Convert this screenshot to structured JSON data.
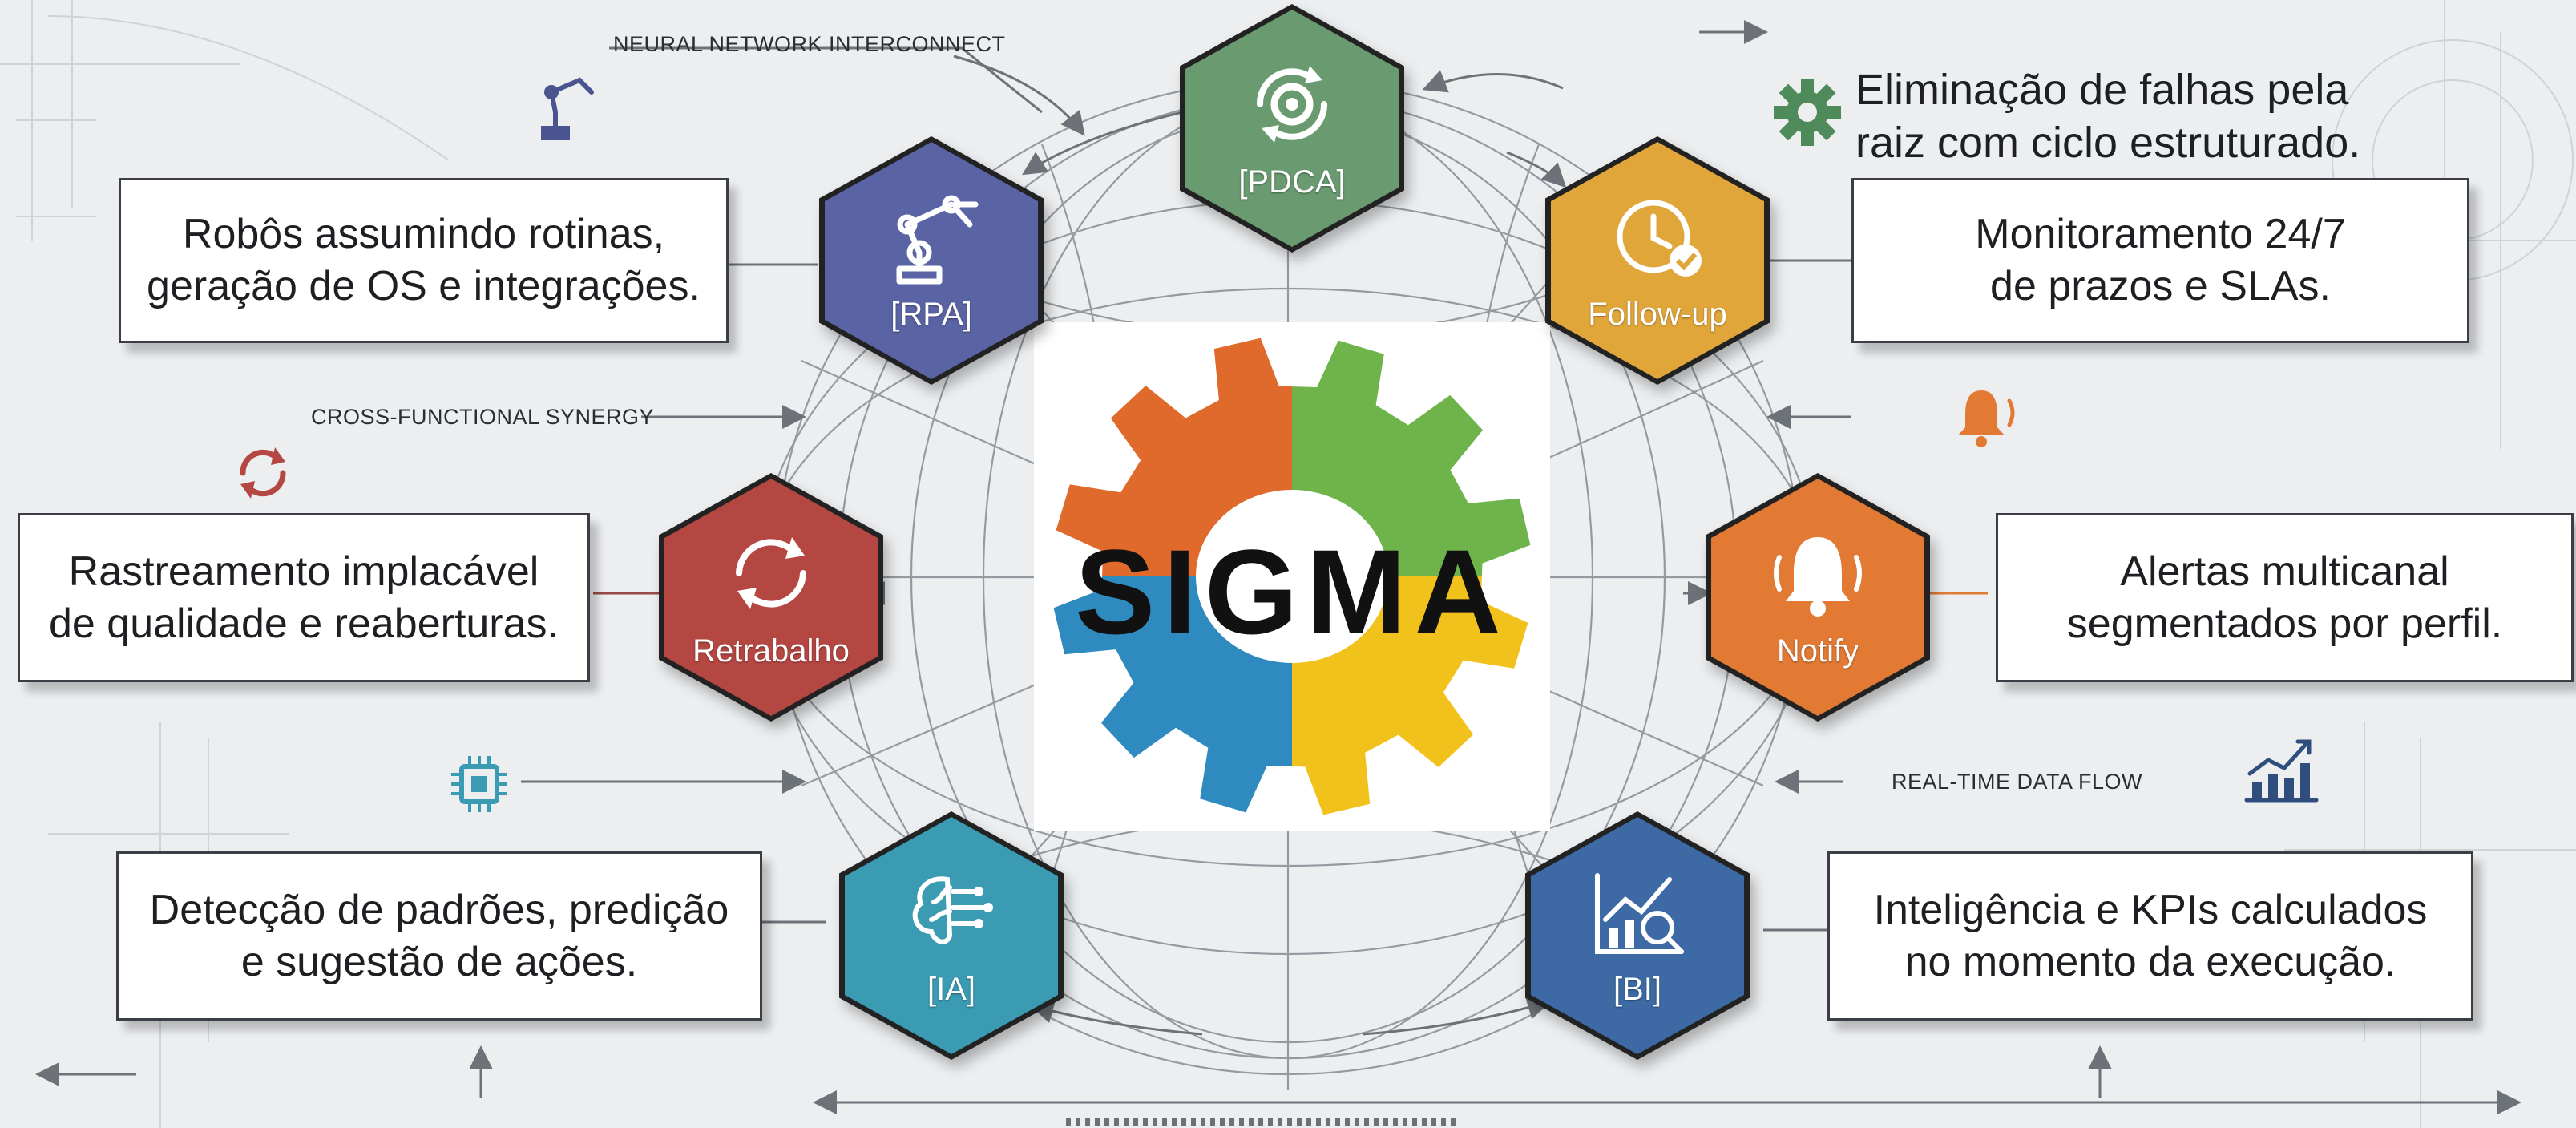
{
  "center": {
    "logo_text": "SIGMA",
    "quadrant_colors": [
      "#e06a2c",
      "#6fb44a",
      "#2f8ac0",
      "#f2c21c"
    ]
  },
  "nodes": [
    {
      "id": "pdca",
      "label": "[PDCA]",
      "color": "#6a9a70",
      "icon": "gear-cycle-icon"
    },
    {
      "id": "rpa",
      "label": "[RPA]",
      "color": "#5a64a4",
      "icon": "robot-arm-icon"
    },
    {
      "id": "followup",
      "label": "Follow-up",
      "color": "#e0a63a",
      "icon": "clock-check-icon"
    },
    {
      "id": "retrabalho",
      "label": "Retrabalho",
      "color": "#b54742",
      "icon": "refresh-icon"
    },
    {
      "id": "notify",
      "label": "Notify",
      "color": "#e27a34",
      "icon": "bell-icon"
    },
    {
      "id": "ia",
      "label": "[IA]",
      "color": "#3b9bb2",
      "icon": "brain-circuit-icon"
    },
    {
      "id": "bi",
      "label": "[BI]",
      "color": "#3d6aa4",
      "icon": "chart-magnifier-icon"
    }
  ],
  "descriptions": {
    "pdca": "Eliminação de falhas pela\nraiz com ciclo estruturado.",
    "rpa": "Robôs assumindo rotinas,\ngeração de OS e integrações.",
    "followup": "Monitoramento 24/7\nde prazos e SLAs.",
    "retrabalho": "Rastreamento implacável\nde qualidade e reaberturas.",
    "notify": "Alertas multicanal\nsegmentados por perfil.",
    "ia": "Detecção de padrões, predição\ne sugestão de ações.",
    "bi": "Inteligência e KPIs calculados\nno momento da execução."
  },
  "tags": {
    "neural": "NEURAL NETWORK INTERCONNECT",
    "cross": "CROSS-FUNCTIONAL SYNERGY",
    "realtime": "REAL-TIME DATA FLOW"
  },
  "decor_icons": [
    "robot-arm-icon",
    "gear-icon",
    "refresh-icon",
    "bell-icon",
    "chip-icon",
    "bar-chart-icon"
  ]
}
